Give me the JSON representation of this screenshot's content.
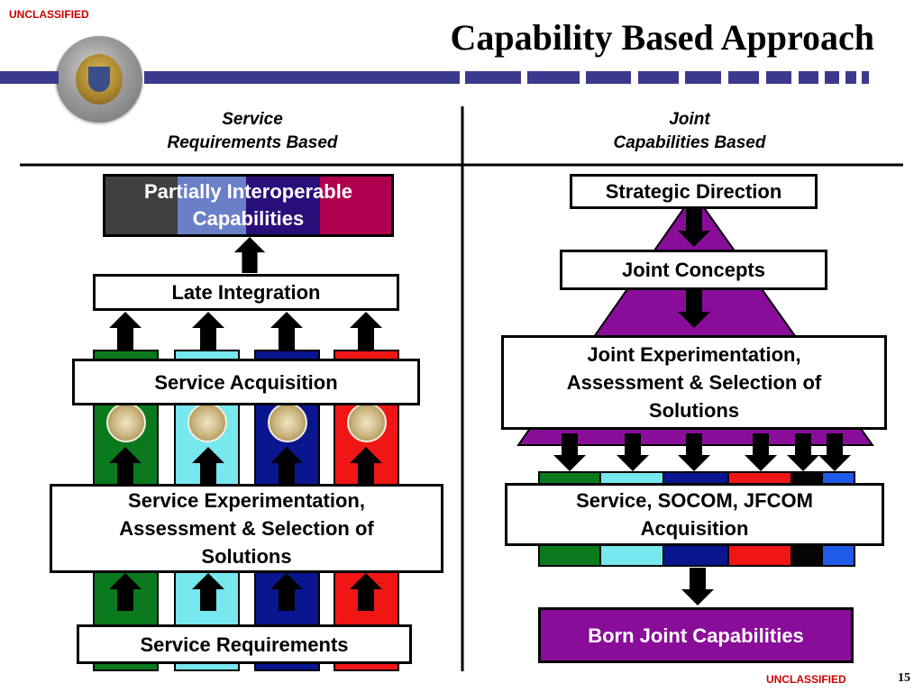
{
  "header": {
    "classification_top": "UNCLASSIFIED",
    "title": "Capability Based Approach"
  },
  "columns": {
    "left_heading": [
      "Service",
      "Requirements Based"
    ],
    "right_heading": [
      "Joint",
      "Capabilities Based"
    ]
  },
  "left": {
    "result": [
      "Partially Interoperable",
      "Capabilities"
    ],
    "result_colors": [
      "#404040",
      "#6b7fc8",
      "#2a0f7a",
      "#b0004f"
    ],
    "late_integration": "Late Integration",
    "acquisition": "Service Acquisition",
    "experimentation": [
      "Service Experimentation,",
      "Assessment & Selection of",
      "Solutions"
    ],
    "requirements": "Service Requirements",
    "strip_colors": [
      "#0b7a1d",
      "#77e8ee",
      "#0a168f",
      "#f01616"
    ]
  },
  "right": {
    "strategic_direction": "Strategic Direction",
    "joint_concepts": "Joint Concepts",
    "experimentation": [
      "Joint Experimentation,",
      "Assessment & Selection of",
      "Solutions"
    ],
    "acquisition": [
      "Service, SOCOM, JFCOM",
      "Acquisition"
    ],
    "born_joint": "Born Joint Capabilities",
    "pyramid_color": "#8a0d9a",
    "strip_colors": [
      "#0b7a1d",
      "#77e8ee",
      "#0a168f",
      "#f01616",
      "#050505",
      "#1f5ae8"
    ]
  },
  "footer": {
    "classification_bottom": "UNCLASSIFIED",
    "page_number": "15"
  }
}
